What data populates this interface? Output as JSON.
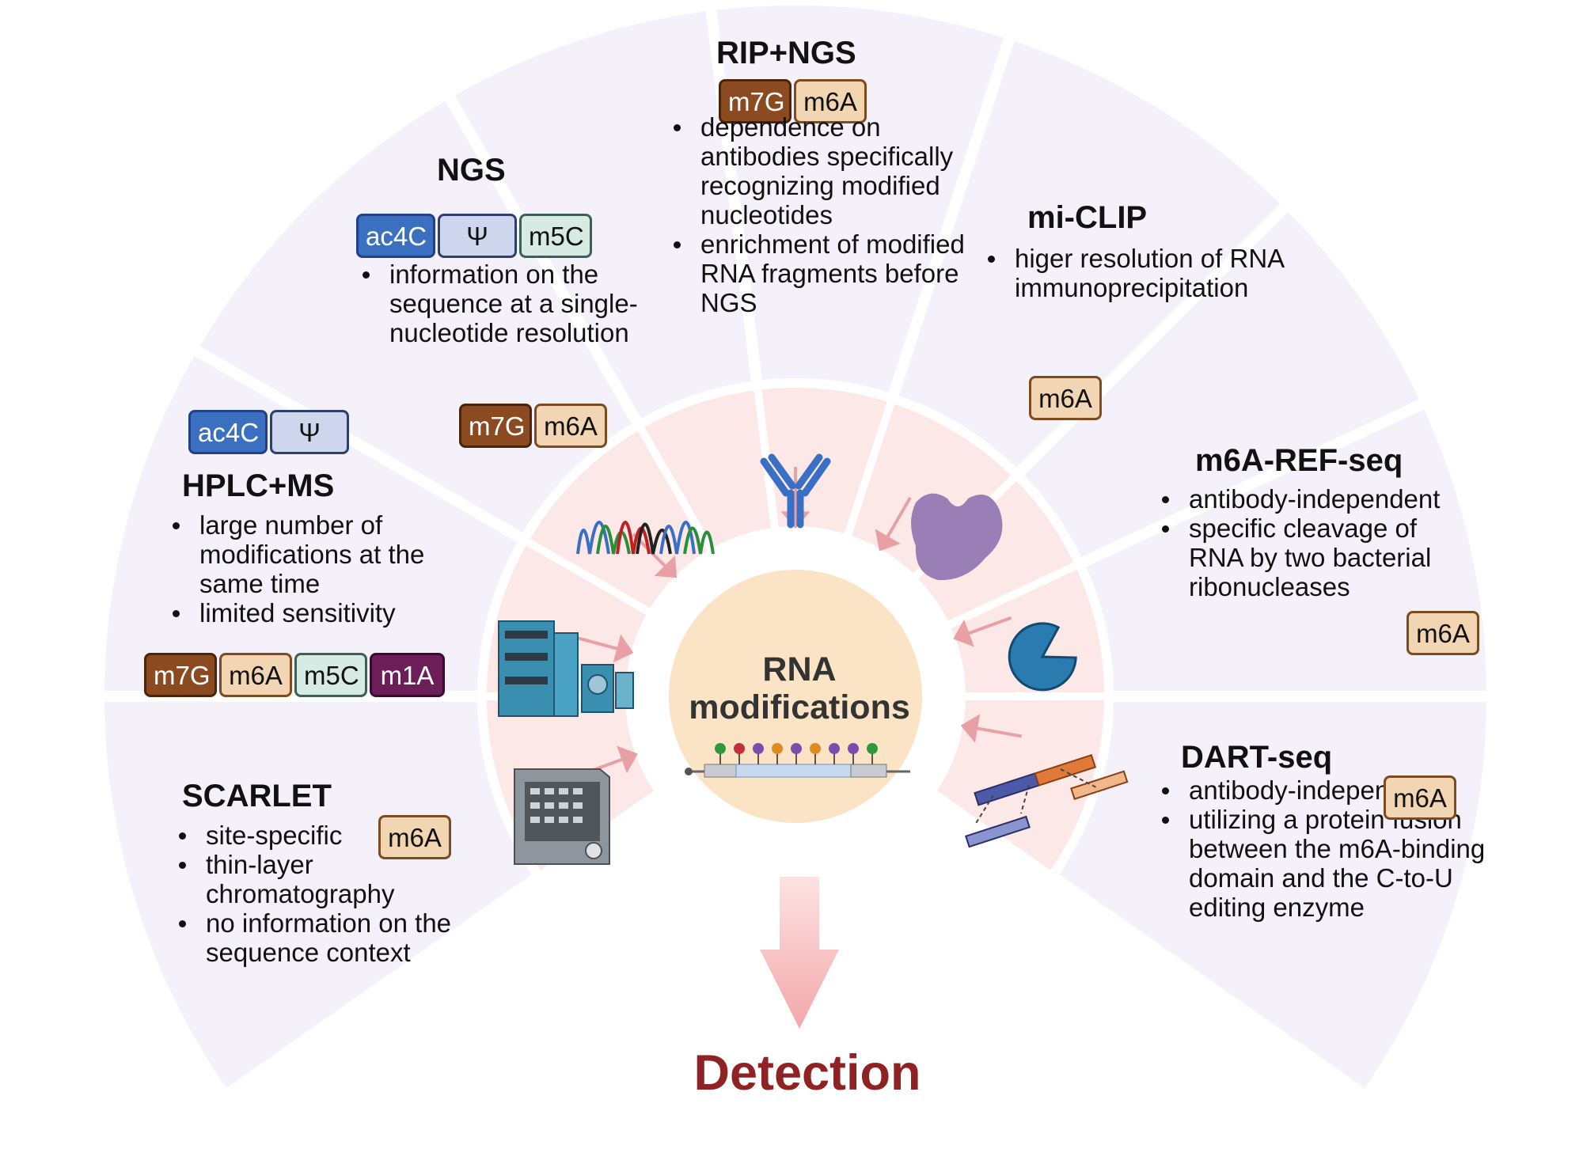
{
  "center": {
    "line1": "RNA",
    "line2": "modifications"
  },
  "bottom": {
    "label": "Detection"
  },
  "colors": {
    "outer_ring": "#f4f1fb",
    "inner_ring": "#fde8e8",
    "center_circle": "#fbe3c6",
    "arrow": "#e8a0a4",
    "detection_text": "#8f2222"
  },
  "methods": [
    {
      "id": "rip-ngs",
      "title": "RIP+NGS",
      "tags": [
        "m7G",
        "m6A"
      ],
      "bullets": [
        "dependence on antibodies specifically recognizing modified nucleotides",
        "enrichment of modified RNA fragments before NGS"
      ],
      "icon": "antibody-icon"
    },
    {
      "id": "ngs",
      "title": "NGS",
      "tags": [
        "ac4C",
        "Ψ",
        "m5C"
      ],
      "tags2": [
        "m7G",
        "m6A"
      ],
      "bullets": [
        "information on the sequence at a single-nucleotide resolution"
      ],
      "icon": "chromatogram-icon"
    },
    {
      "id": "mi-clip",
      "title": "mi-CLIP",
      "tags": [
        "m6A"
      ],
      "bullets": [
        "higer resolution of RNA immunoprecipitation"
      ],
      "icon": "protein-icon"
    },
    {
      "id": "hplc-ms",
      "title": "HPLC+MS",
      "tags": [
        "ac4C",
        "Ψ"
      ],
      "tags2": [
        "m7G",
        "m6A",
        "m5C",
        "m1A"
      ],
      "bullets": [
        "large number of modifications at the same time",
        "limited sensitivity"
      ],
      "icon": "hplc-instrument-icon"
    },
    {
      "id": "m6a-ref-seq",
      "title": "m6A-REF-seq",
      "tags": [
        "m6A"
      ],
      "bullets": [
        "antibody-independent",
        "specific cleavage of RNA by two bacterial ribonucleases"
      ],
      "icon": "ribonuclease-icon"
    },
    {
      "id": "scarlet",
      "title": "SCARLET",
      "tags": [
        "m6A"
      ],
      "bullets": [
        "site-specific",
        "thin-layer chromatography",
        "no information on the sequence context"
      ],
      "icon": "tlc-instrument-icon"
    },
    {
      "id": "dart-seq",
      "title": "DART-seq",
      "tags": [
        "m6A"
      ],
      "bullets": [
        "antibody-independent",
        "utilizing a protein fusion between the m6A-binding domain and the C-to-U editing enzyme"
      ],
      "icon": "fusion-protein-icon"
    }
  ]
}
